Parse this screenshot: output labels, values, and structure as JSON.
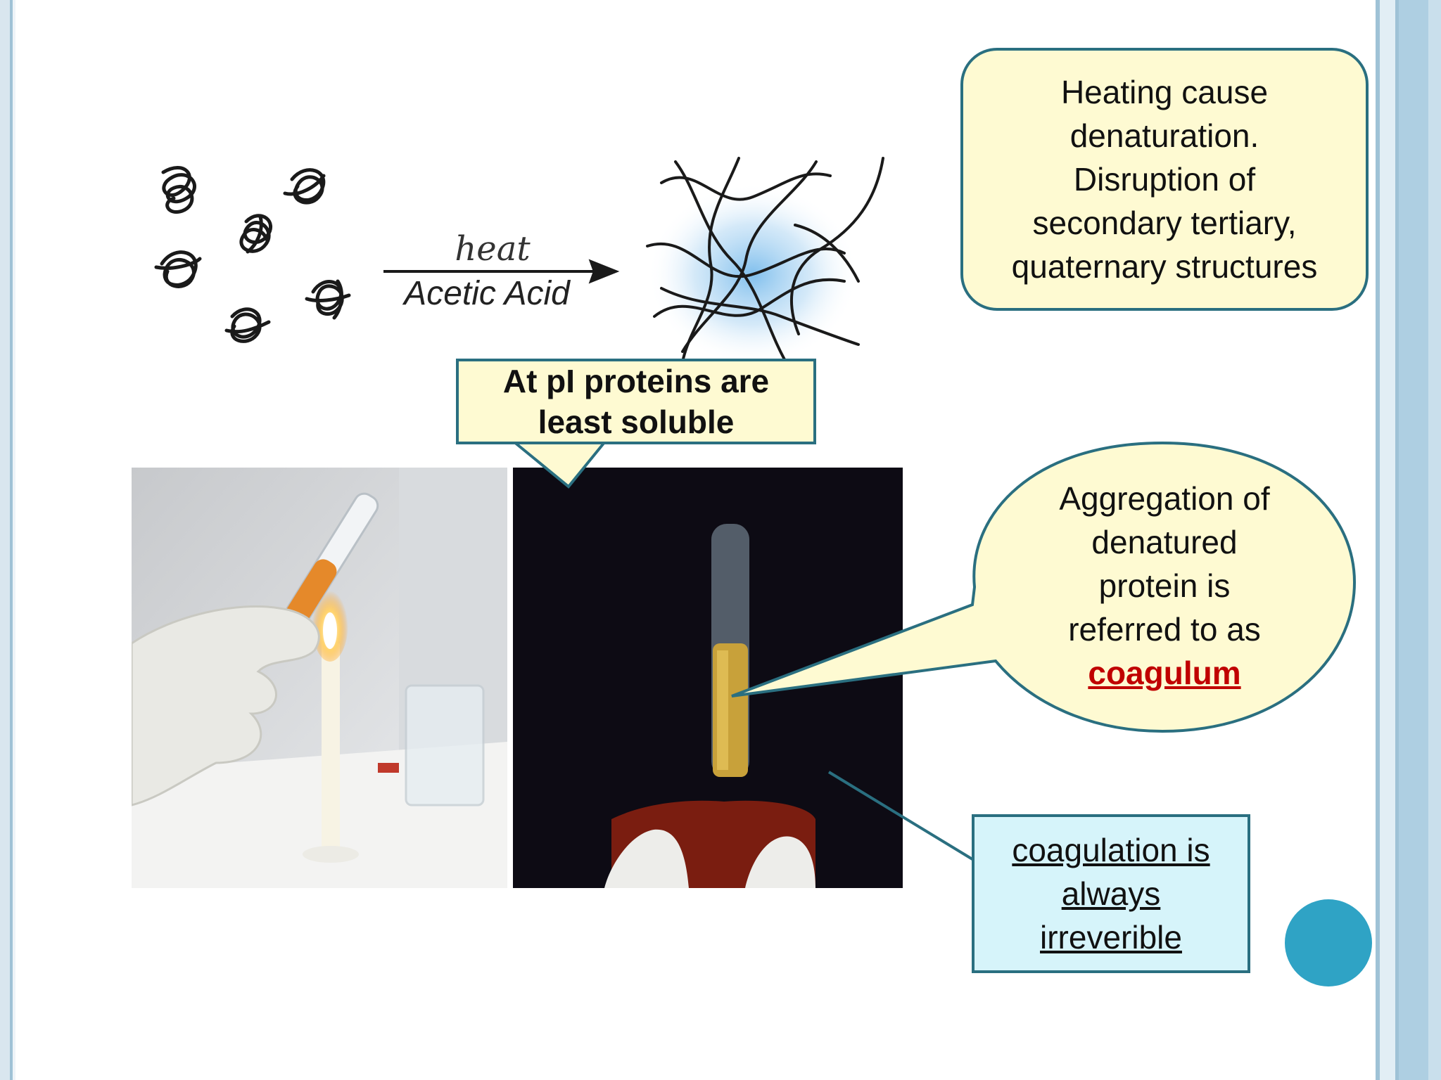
{
  "slide": {
    "diagram": {
      "arrow_top_label": "heat",
      "arrow_bottom_label": "Acetic Acid"
    },
    "callout_top": {
      "lines": [
        "Heating cause",
        "denaturation.",
        "Disruption of",
        "secondary tertiary,",
        "quaternary structures"
      ]
    },
    "callout_pi": {
      "lines": [
        "At pI proteins are",
        "least soluble"
      ]
    },
    "callout_oval": {
      "lines": [
        "Aggregation of",
        "denatured",
        "protein is",
        "referred to as"
      ],
      "highlight": "coagulum",
      "highlight_color": "#c00000"
    },
    "callout_box": {
      "lines": [
        "coagulation is",
        "always",
        "irreverible"
      ]
    },
    "colors": {
      "callout_fill": "#fefad2",
      "callout_border": "#2a6f80",
      "box_fill": "#d6f4fa",
      "accent_circle": "#2fa3c5"
    }
  }
}
